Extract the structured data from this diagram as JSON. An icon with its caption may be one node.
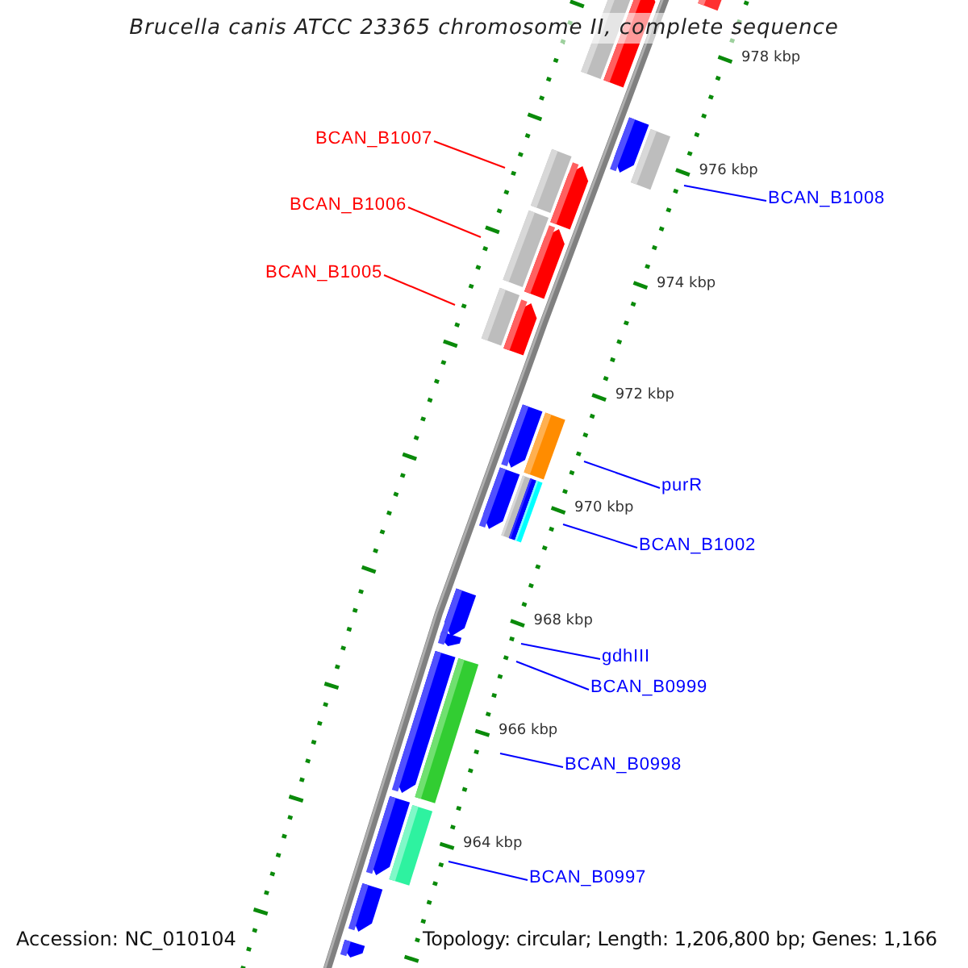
{
  "diagram": {
    "title": "Brucella canis ATCC 23365 chromosome II, complete sequence",
    "nodes": [
      {
        "text": [
          "BCAN_B1007"
        ]
      },
      {
        "text": [
          "BCAN_B1008"
        ]
      },
      {
        "text": [
          "BCAN_B1006"
        ]
      },
      {
        "text": [
          "BCAN_B1005"
        ]
      },
      {
        "text": [
          "purR"
        ]
      },
      {
        "text": [
          "BCAN_B1002"
        ]
      },
      {
        "text": [
          "gdhIII"
        ]
      },
      {
        "text": [
          "BCAN_B0999"
        ]
      },
      {
        "text": [
          "BCAN_B0998"
        ]
      },
      {
        "text": [
          "BCAN_B0997"
        ]
      }
    ],
    "edges": [
      {
        "from": 0,
        "to": null,
        "arrow": "none",
        "color": "#ff0000"
      },
      {
        "from": 1,
        "to": null,
        "arrow": "none"
      },
      {
        "from": 2,
        "to": null,
        "arrow": "none",
        "color": "#ff0000"
      },
      {
        "from": 3,
        "to": null,
        "arrow": "none",
        "color": "#ff0000"
      },
      {
        "from": 4,
        "to": null,
        "arrow": "none"
      },
      {
        "from": 5,
        "to": null,
        "arrow": "none"
      },
      {
        "from": 6,
        "to": null,
        "arrow": "none"
      },
      {
        "from": 7,
        "to": null,
        "arrow": "none"
      },
      {
        "from": 8,
        "to": null,
        "arrow": "none"
      },
      {
        "from": 9,
        "to": null,
        "arrow": "none"
      }
    ],
    "labels": [
      "978 kbp",
      "976 kbp",
      "974 kbp",
      "972 kbp",
      "970 kbp",
      "968 kbp",
      "966 kbp",
      "964 kbp",
      "Accession: NC_010104",
      "Topology: circular; Length: 1,206,800 bp; Genes: 1,166"
    ]
  }
}
